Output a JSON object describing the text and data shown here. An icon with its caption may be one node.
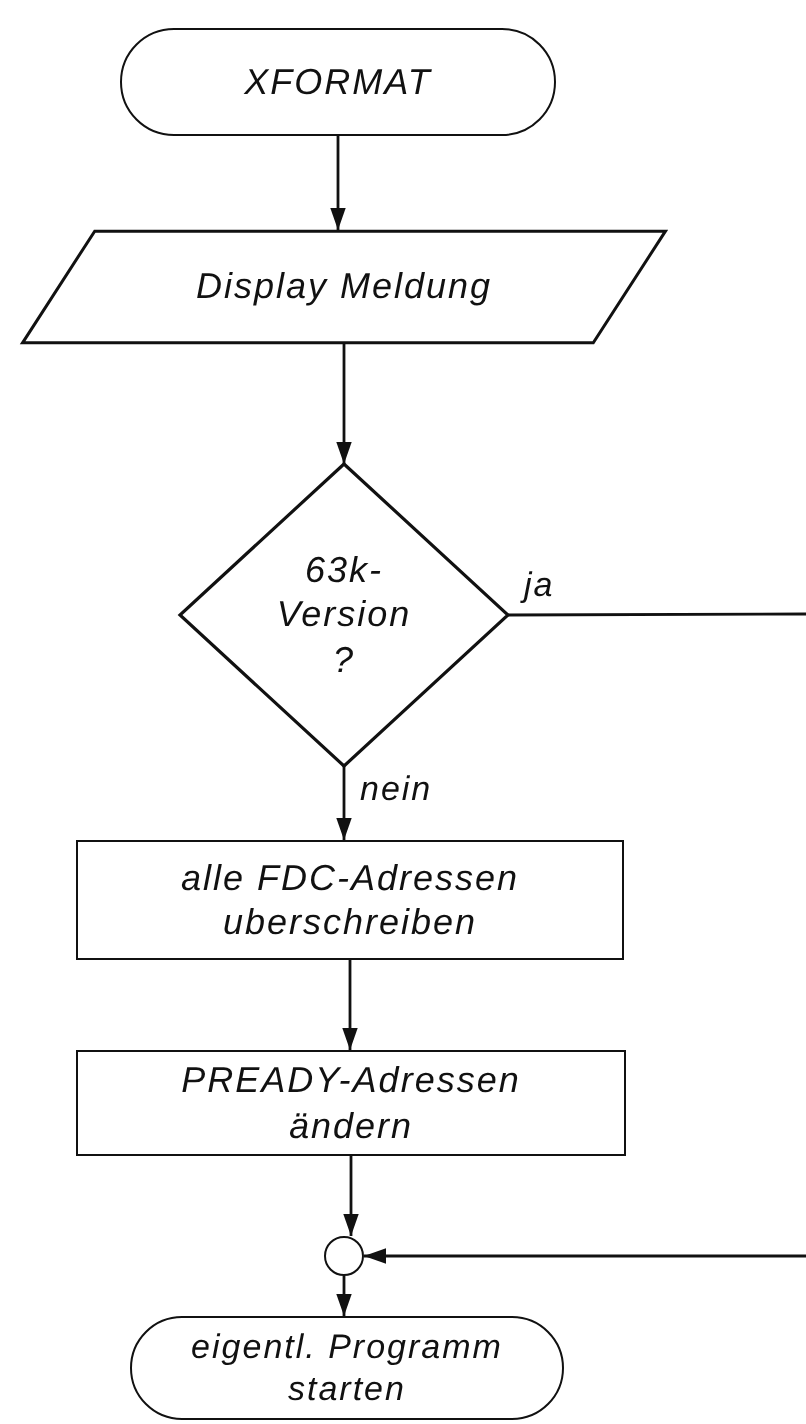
{
  "diagram": {
    "nodes": [
      {
        "text": [
          "XFORMAT"
        ]
      },
      {
        "text": [
          "Display Meldung"
        ]
      },
      {
        "text": [
          "63k- Version ?"
        ]
      },
      {
        "text": [
          "alle FDC-Adressen uberschreiben"
        ]
      },
      {
        "text": [
          "PREADY-Adressen ändern"
        ]
      },
      {
        "text": [],
        "shape": "circle"
      },
      {
        "text": [
          "eigentl. Programm starten"
        ]
      }
    ],
    "edges": [
      {
        "from": 0,
        "to": 1,
        "arrow": "to"
      },
      {
        "from": 1,
        "to": 2,
        "arrow": "to"
      },
      {
        "from": 2,
        "to": 3,
        "arrow": "to",
        "label": "nein"
      },
      {
        "from": 2,
        "to": null,
        "arrow": "none",
        "label": "ja"
      },
      {
        "from": 3,
        "to": 4,
        "arrow": "to"
      },
      {
        "from": 4,
        "to": 5,
        "arrow": "to"
      },
      {
        "from": null,
        "to": 5,
        "arrow": "to"
      },
      {
        "from": 5,
        "to": 6,
        "arrow": "to"
      }
    ]
  }
}
